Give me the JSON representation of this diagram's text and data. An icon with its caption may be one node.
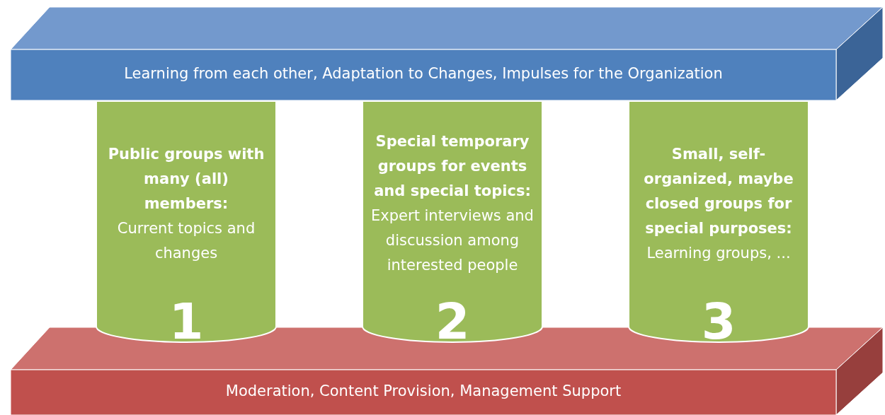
{
  "diagram": {
    "nodes": [
      {
        "text": [
          "Learning from each other, Adaptation to Changes, Impulses for the Organization"
        ]
      },
      {
        "text": [
          "Public groups with many (all) members:",
          "Current topics and changes",
          "1"
        ]
      },
      {
        "text": [
          "Special temporary groups for events and special topics:",
          "Expert interviews and discussion among interested people",
          "2"
        ]
      },
      {
        "text": [
          "Small, self-organized, maybe closed groups for special purposes:",
          "Learning groups, ...",
          "3"
        ]
      },
      {
        "text": [
          "Moderation, Content Provision, Management Support"
        ]
      }
    ]
  }
}
